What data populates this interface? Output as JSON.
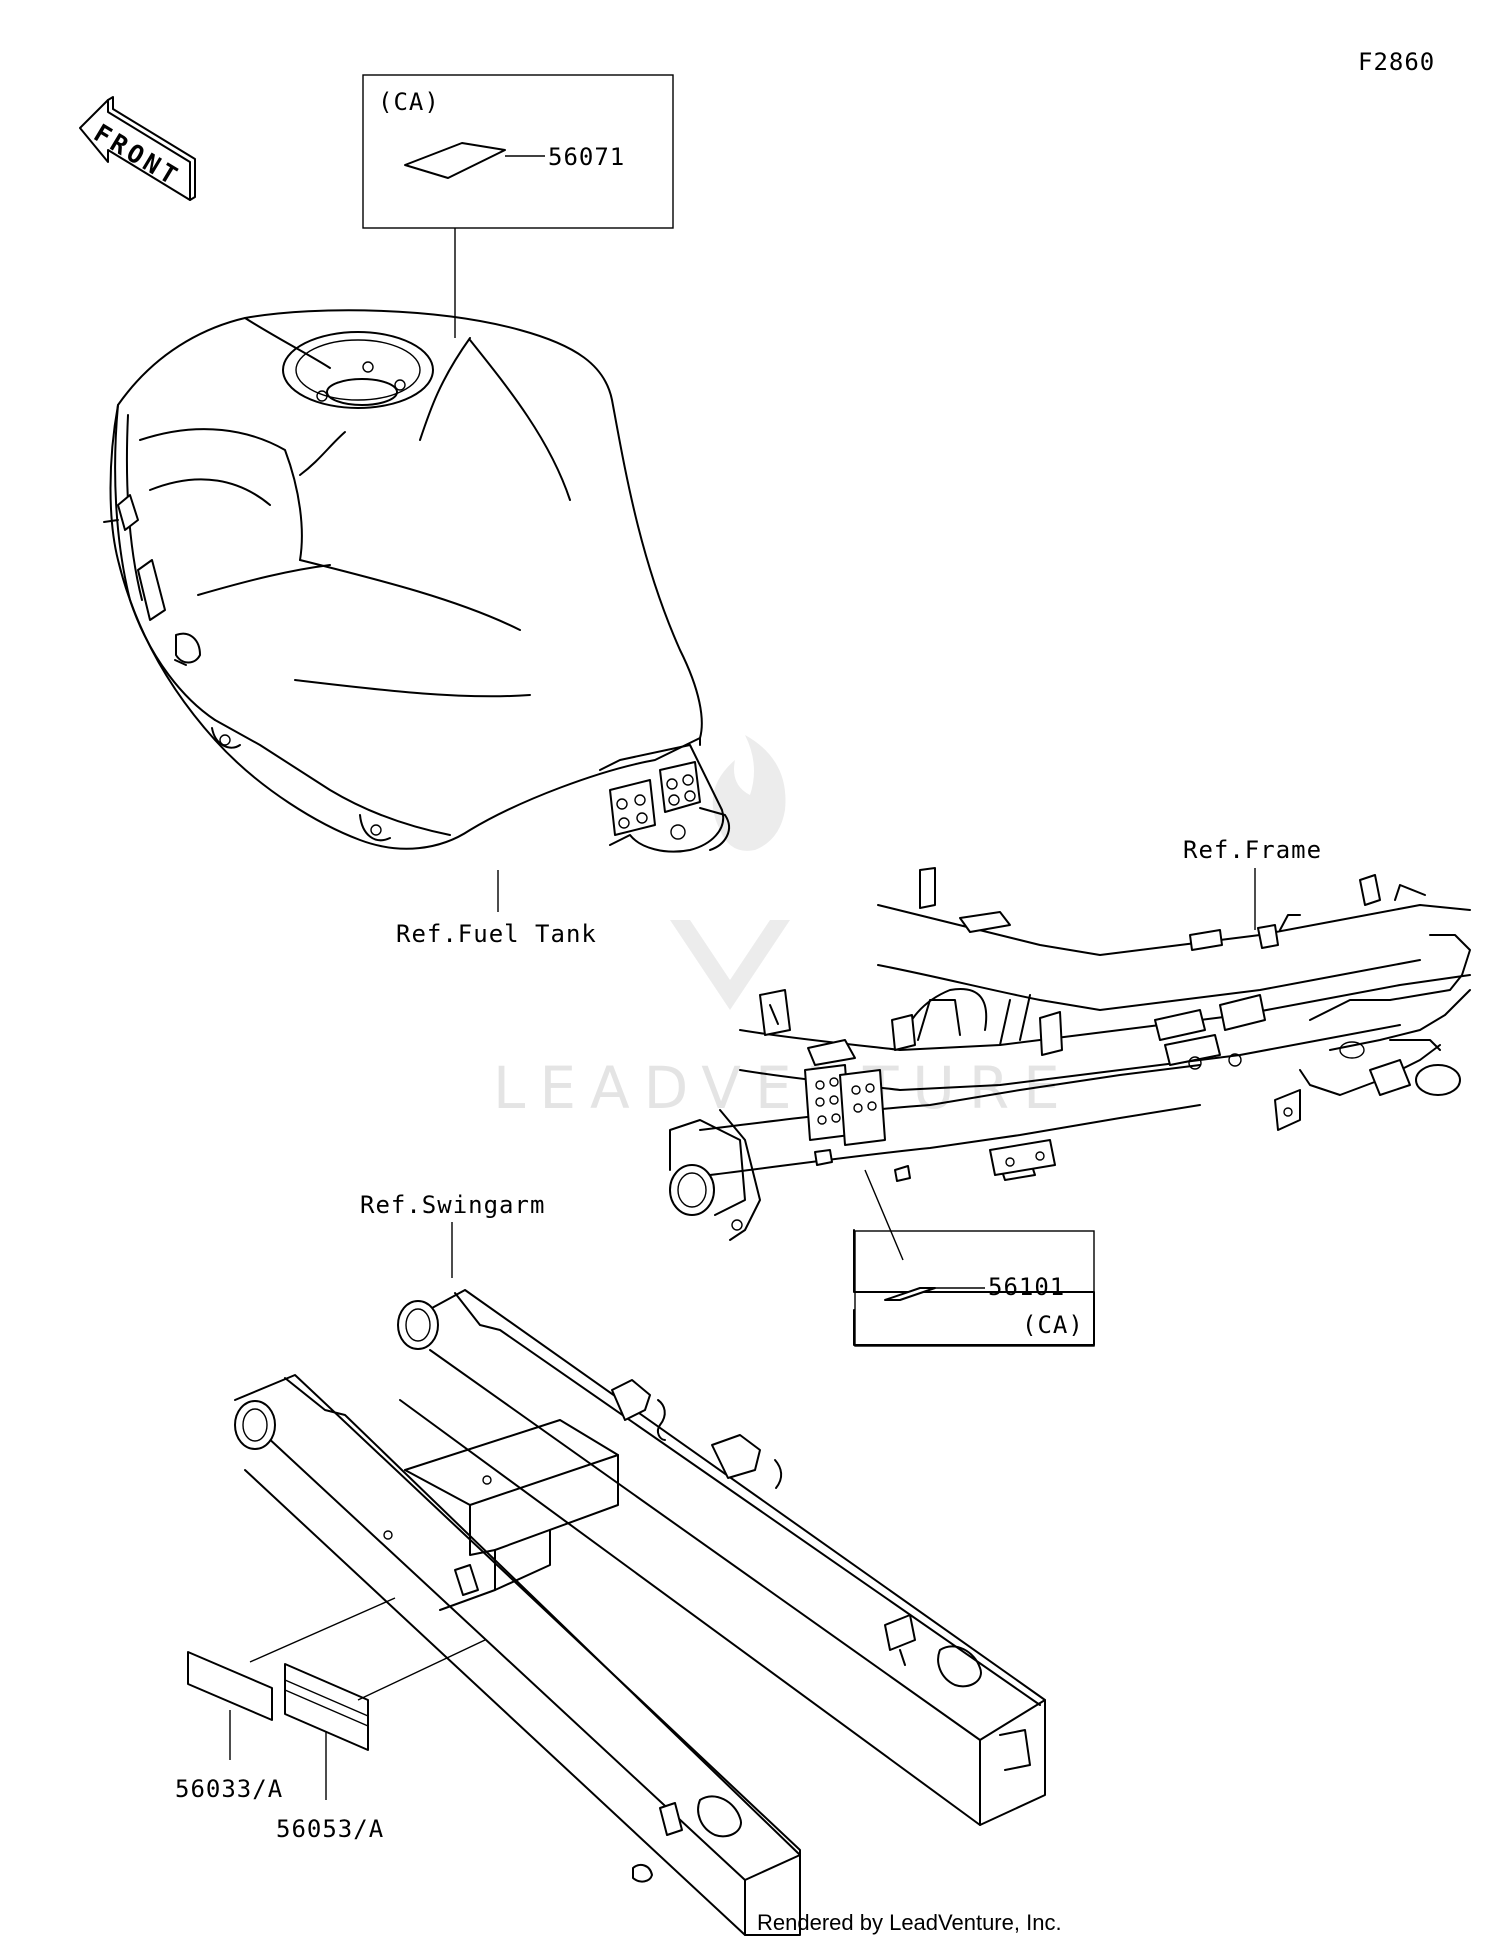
{
  "diagram": {
    "figure_code": "F2860",
    "front_arrow_label": "FRONT",
    "watermark_text": "LEADVENTURE",
    "footer_credit": "Rendered by LeadVenture, Inc.",
    "refs": {
      "fuel_tank": "Ref.Fuel Tank",
      "frame": "Ref.Frame",
      "swingarm": "Ref.Swingarm"
    },
    "parts": {
      "tank_label": {
        "number": "56071",
        "variant": "(CA)"
      },
      "frame_label": {
        "number": "56101",
        "variant": "(CA)"
      },
      "swingarm_label_a": {
        "number": "56033/A"
      },
      "swingarm_label_b": {
        "number": "56053/A"
      }
    }
  }
}
